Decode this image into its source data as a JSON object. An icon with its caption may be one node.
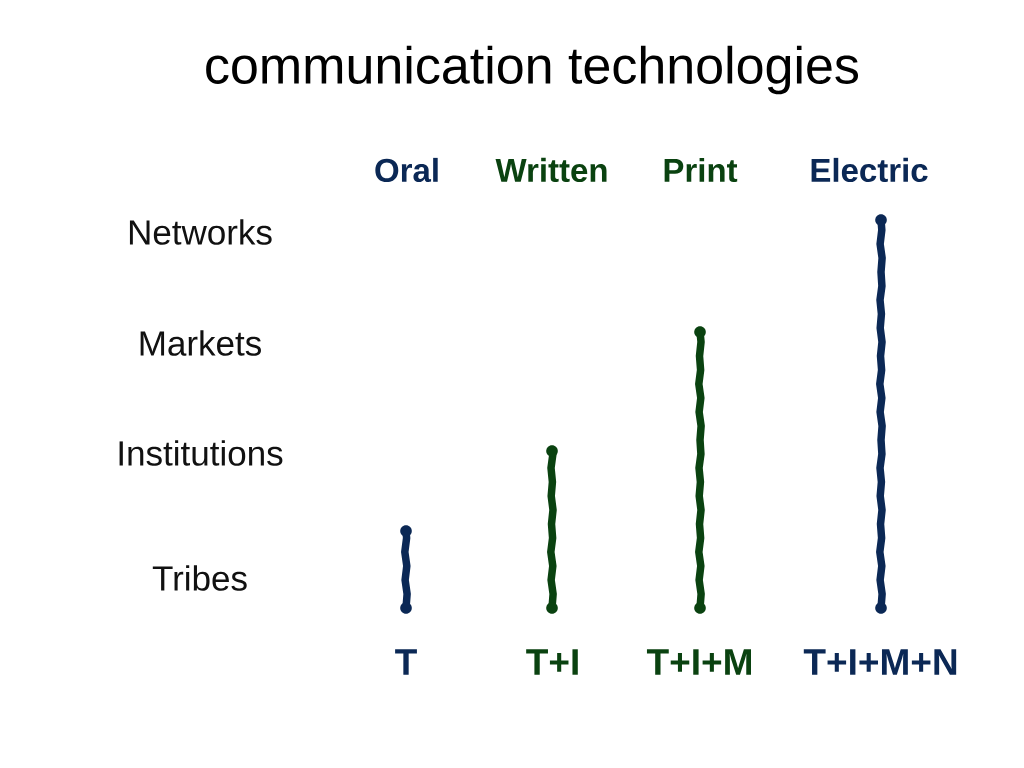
{
  "diagram": {
    "title": "communication technologies",
    "labels": [
      "Oral",
      "Written",
      "Print",
      "Electric",
      "Networks",
      "Markets",
      "Institutions",
      "Tribes",
      "T",
      "T+I",
      "T+I+M",
      "T+I+M+N"
    ]
  }
}
